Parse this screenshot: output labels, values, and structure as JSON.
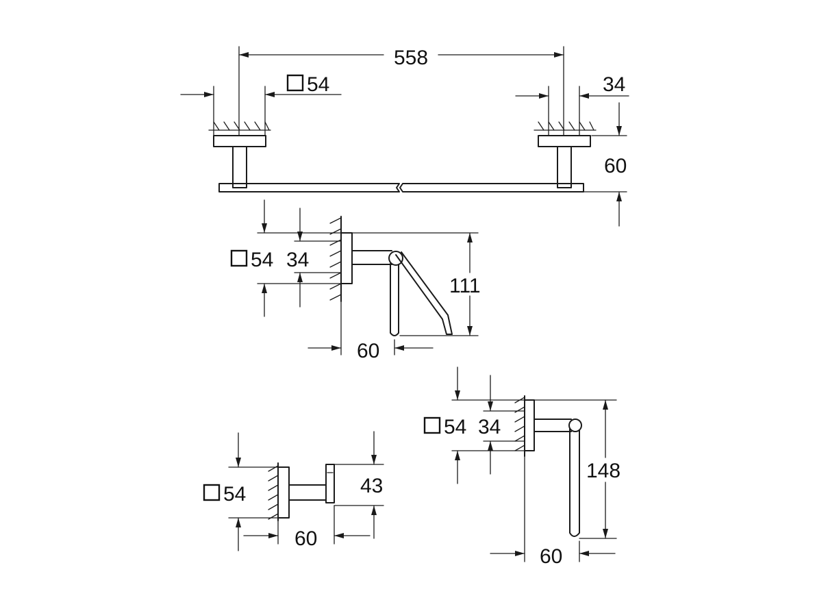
{
  "towel_bar": {
    "overall_length": "558",
    "rosette_size": "54",
    "rosette_width": "34",
    "projection": "60"
  },
  "paper_holder": {
    "rosette_size": "54",
    "rosette_width": "34",
    "height": "111",
    "projection": "60"
  },
  "hook": {
    "rosette_size": "54",
    "height": "43",
    "projection": "60"
  },
  "towel_ring": {
    "rosette_size": "54",
    "rosette_width": "34",
    "height": "148",
    "projection": "60"
  }
}
